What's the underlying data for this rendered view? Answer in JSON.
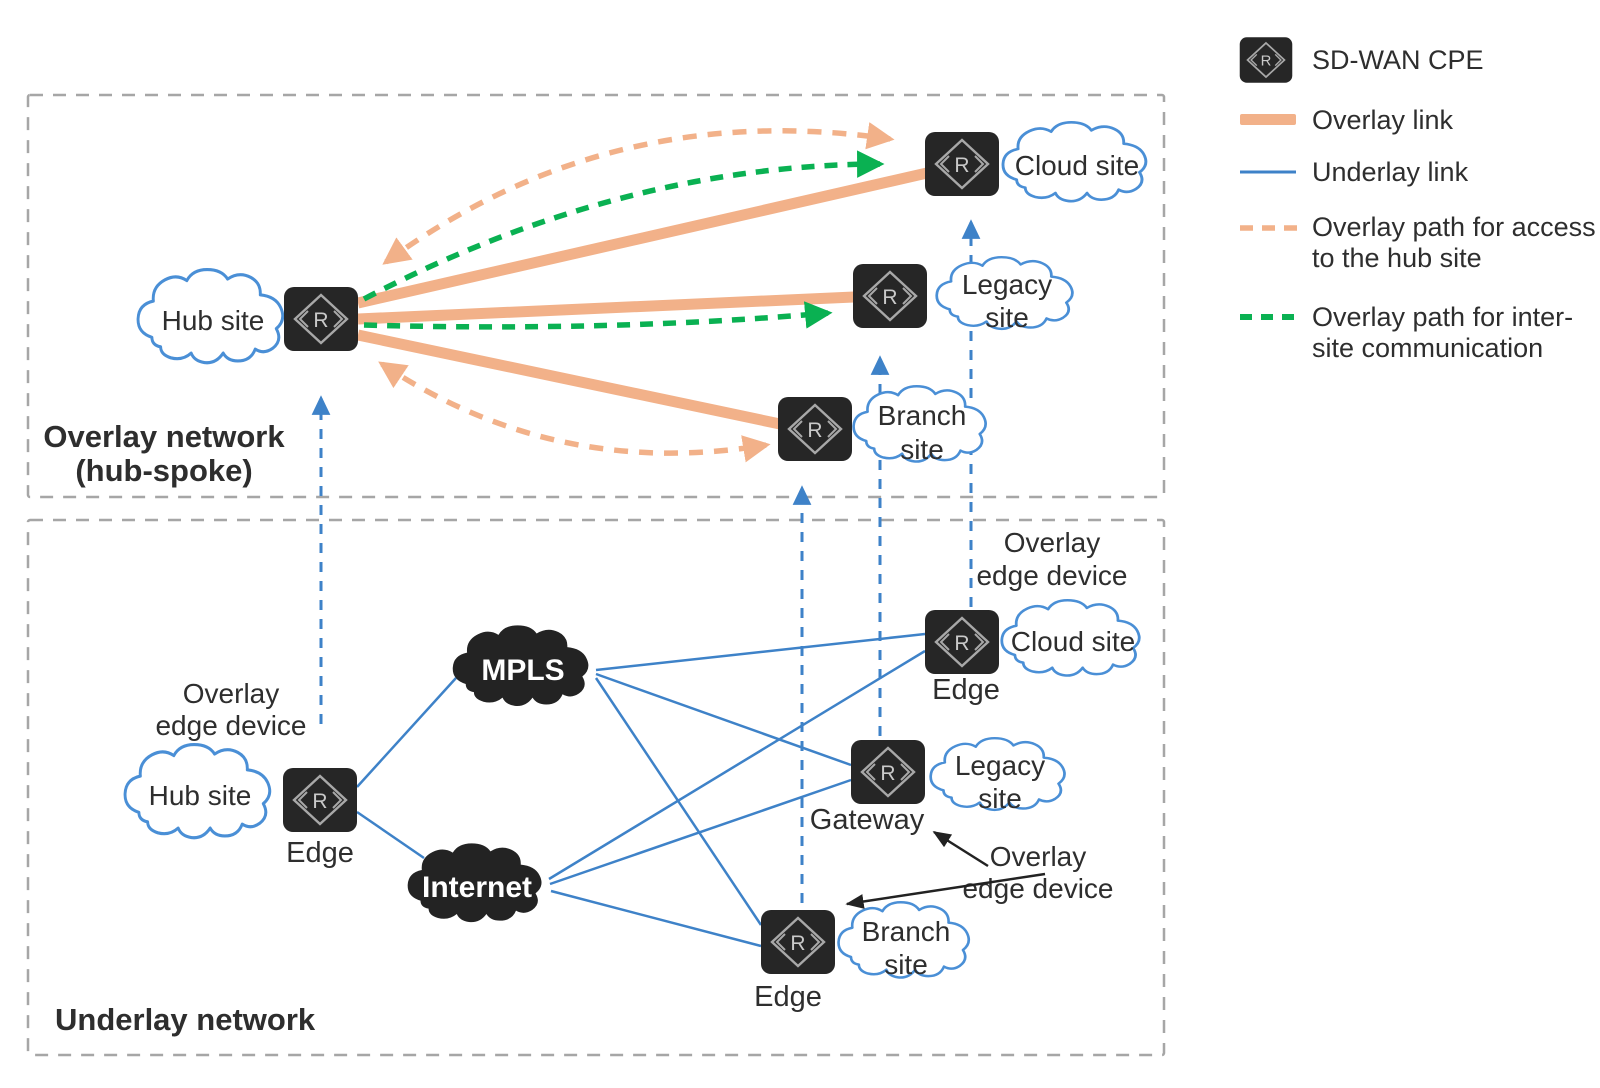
{
  "legend": {
    "cpe_label": "SD-WAN CPE",
    "overlay_link_label": "Overlay link",
    "underlay_link_label": "Underlay link",
    "hub_path_line1": "Overlay path for access",
    "hub_path_line2": "to the hub site",
    "intersite_line1": "Overlay path for inter-",
    "intersite_line2": "site communication"
  },
  "overlay": {
    "title_line1": "Overlay network",
    "title_line2": "(hub-spoke)",
    "hub_site": "Hub site",
    "cloud_site": "Cloud site",
    "legacy_line1": "Legacy",
    "legacy_line2": "site",
    "branch_line1": "Branch",
    "branch_line2": "site"
  },
  "underlay": {
    "title": "Underlay network",
    "hub_site": "Hub site",
    "mpls": "MPLS",
    "internet": "Internet",
    "cloud_site": "Cloud site",
    "legacy_line1": "Legacy",
    "legacy_line2": "site",
    "branch_line1": "Branch",
    "branch_line2": "site",
    "hub_edge_label": "Edge",
    "cloud_edge_label": "Edge",
    "branch_edge_label": "Edge",
    "gateway_label": "Gateway",
    "annot_hub_line1": "Overlay",
    "annot_hub_line2": "edge device",
    "annot_cloud_line1": "Overlay",
    "annot_cloud_line2": "edge device",
    "annot_gw_line1": "Overlay",
    "annot_gw_line2": "edge device"
  },
  "icons": {
    "router_glyph": "R"
  },
  "colors": {
    "overlay_link": "#F2B189",
    "underlay_link": "#3E82C8",
    "hub_access_path": "#F2B189",
    "intersite_path": "#0AB152",
    "cpe_fill": "#262626",
    "site_cloud_stroke": "#4A8FD6",
    "transport_cloud_fill": "#232323",
    "box_border": "#A6A6A6",
    "text": "#2E2E2E"
  }
}
